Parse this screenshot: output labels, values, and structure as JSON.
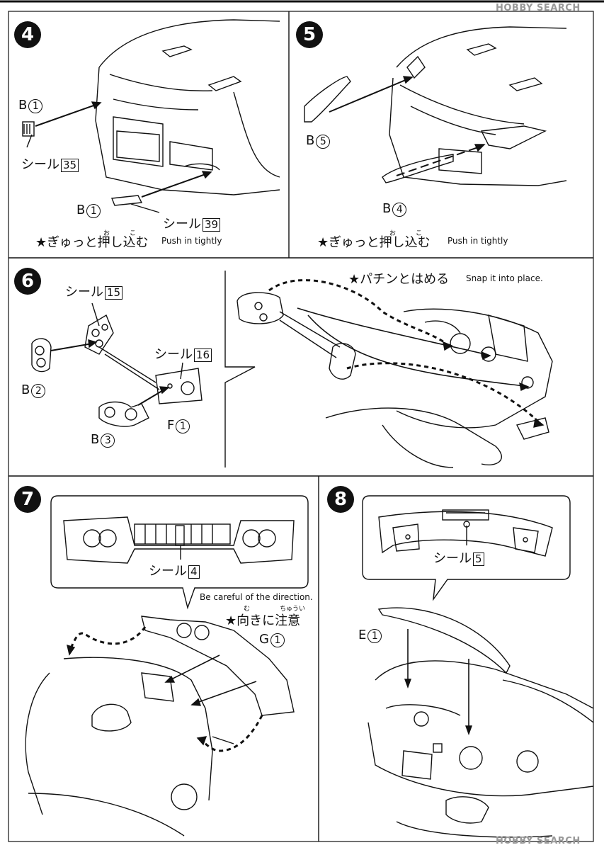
{
  "watermark": "HOBBY SEARCH",
  "steps": {
    "s4": {
      "num": "4",
      "label_b1_top": "B",
      "label_b1_top_circ": "1",
      "label_seal35": "シール",
      "label_seal35_num": "35",
      "label_b1_bottom": "B",
      "label_b1_bottom_circ": "1",
      "label_seal39": "シール",
      "label_seal39_num": "39",
      "ruby": "お",
      "ruby2": "こ",
      "note_jp": "★ぎゅっと押し込む",
      "note_en": "Push in tightly"
    },
    "s5": {
      "num": "5",
      "label_b5": "B",
      "label_b5_circ": "5",
      "label_b4": "B",
      "label_b4_circ": "4",
      "ruby": "お",
      "ruby2": "こ",
      "note_jp": "★ぎゅっと押し込む",
      "note_en": "Push in tightly"
    },
    "s6": {
      "num": "6",
      "label_seal15": "シール",
      "label_seal15_num": "15",
      "label_seal16": "シール",
      "label_seal16_num": "16",
      "label_b2": "B",
      "label_b2_circ": "2",
      "label_b3": "B",
      "label_b3_circ": "3",
      "label_f1": "F",
      "label_f1_circ": "1",
      "note_jp": "★パチンとはめる",
      "note_en": "Snap it into place."
    },
    "s7": {
      "num": "7",
      "label_seal4": "シール",
      "label_seal4_num": "4",
      "caution_en": "Be careful of the direction.",
      "ruby_mu": "む",
      "ruby_chuui": "ちゅうい",
      "caution_jp": "★向きに注意",
      "label_g1": "G",
      "label_g1_circ": "1"
    },
    "s8": {
      "num": "8",
      "label_seal5": "シール",
      "label_seal5_num": "5",
      "label_e1": "E",
      "label_e1_circ": "1"
    }
  }
}
